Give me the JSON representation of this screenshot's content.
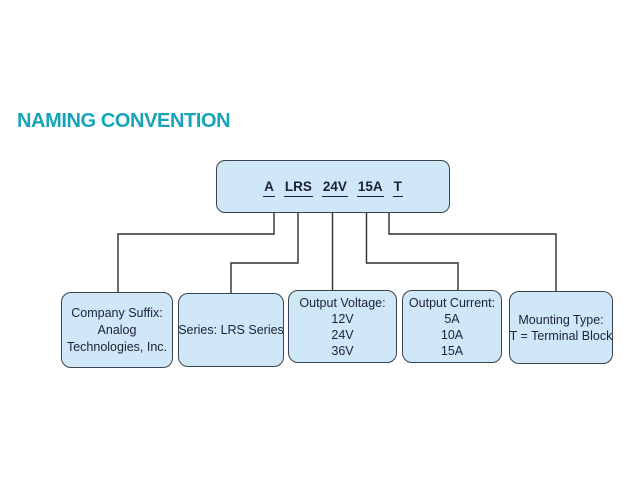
{
  "title": "NAMING CONVENTION",
  "colors": {
    "accent": "#18a4b8",
    "box-fill": "#cfe7f7",
    "box-border": "#3b434c",
    "ink": "#1b2233",
    "line": "#2e2e2e",
    "bg": "#ffffff"
  },
  "model_box": {
    "tokens": [
      "A",
      "LRS",
      "24V",
      "15A",
      "T"
    ]
  },
  "boxes": {
    "company": {
      "lines": [
        "Company Suffix:",
        "Analog",
        "Technologies, Inc."
      ]
    },
    "series": {
      "lines": [
        "Series: LRS Series"
      ]
    },
    "voltage": {
      "lines": [
        "Output Voltage:",
        "12V",
        "24V",
        "36V"
      ]
    },
    "current": {
      "lines": [
        "Output Current:",
        "5A",
        "10A",
        "15A"
      ]
    },
    "mounting": {
      "lines": [
        "Mounting Type:",
        "T = Terminal Block"
      ]
    }
  }
}
